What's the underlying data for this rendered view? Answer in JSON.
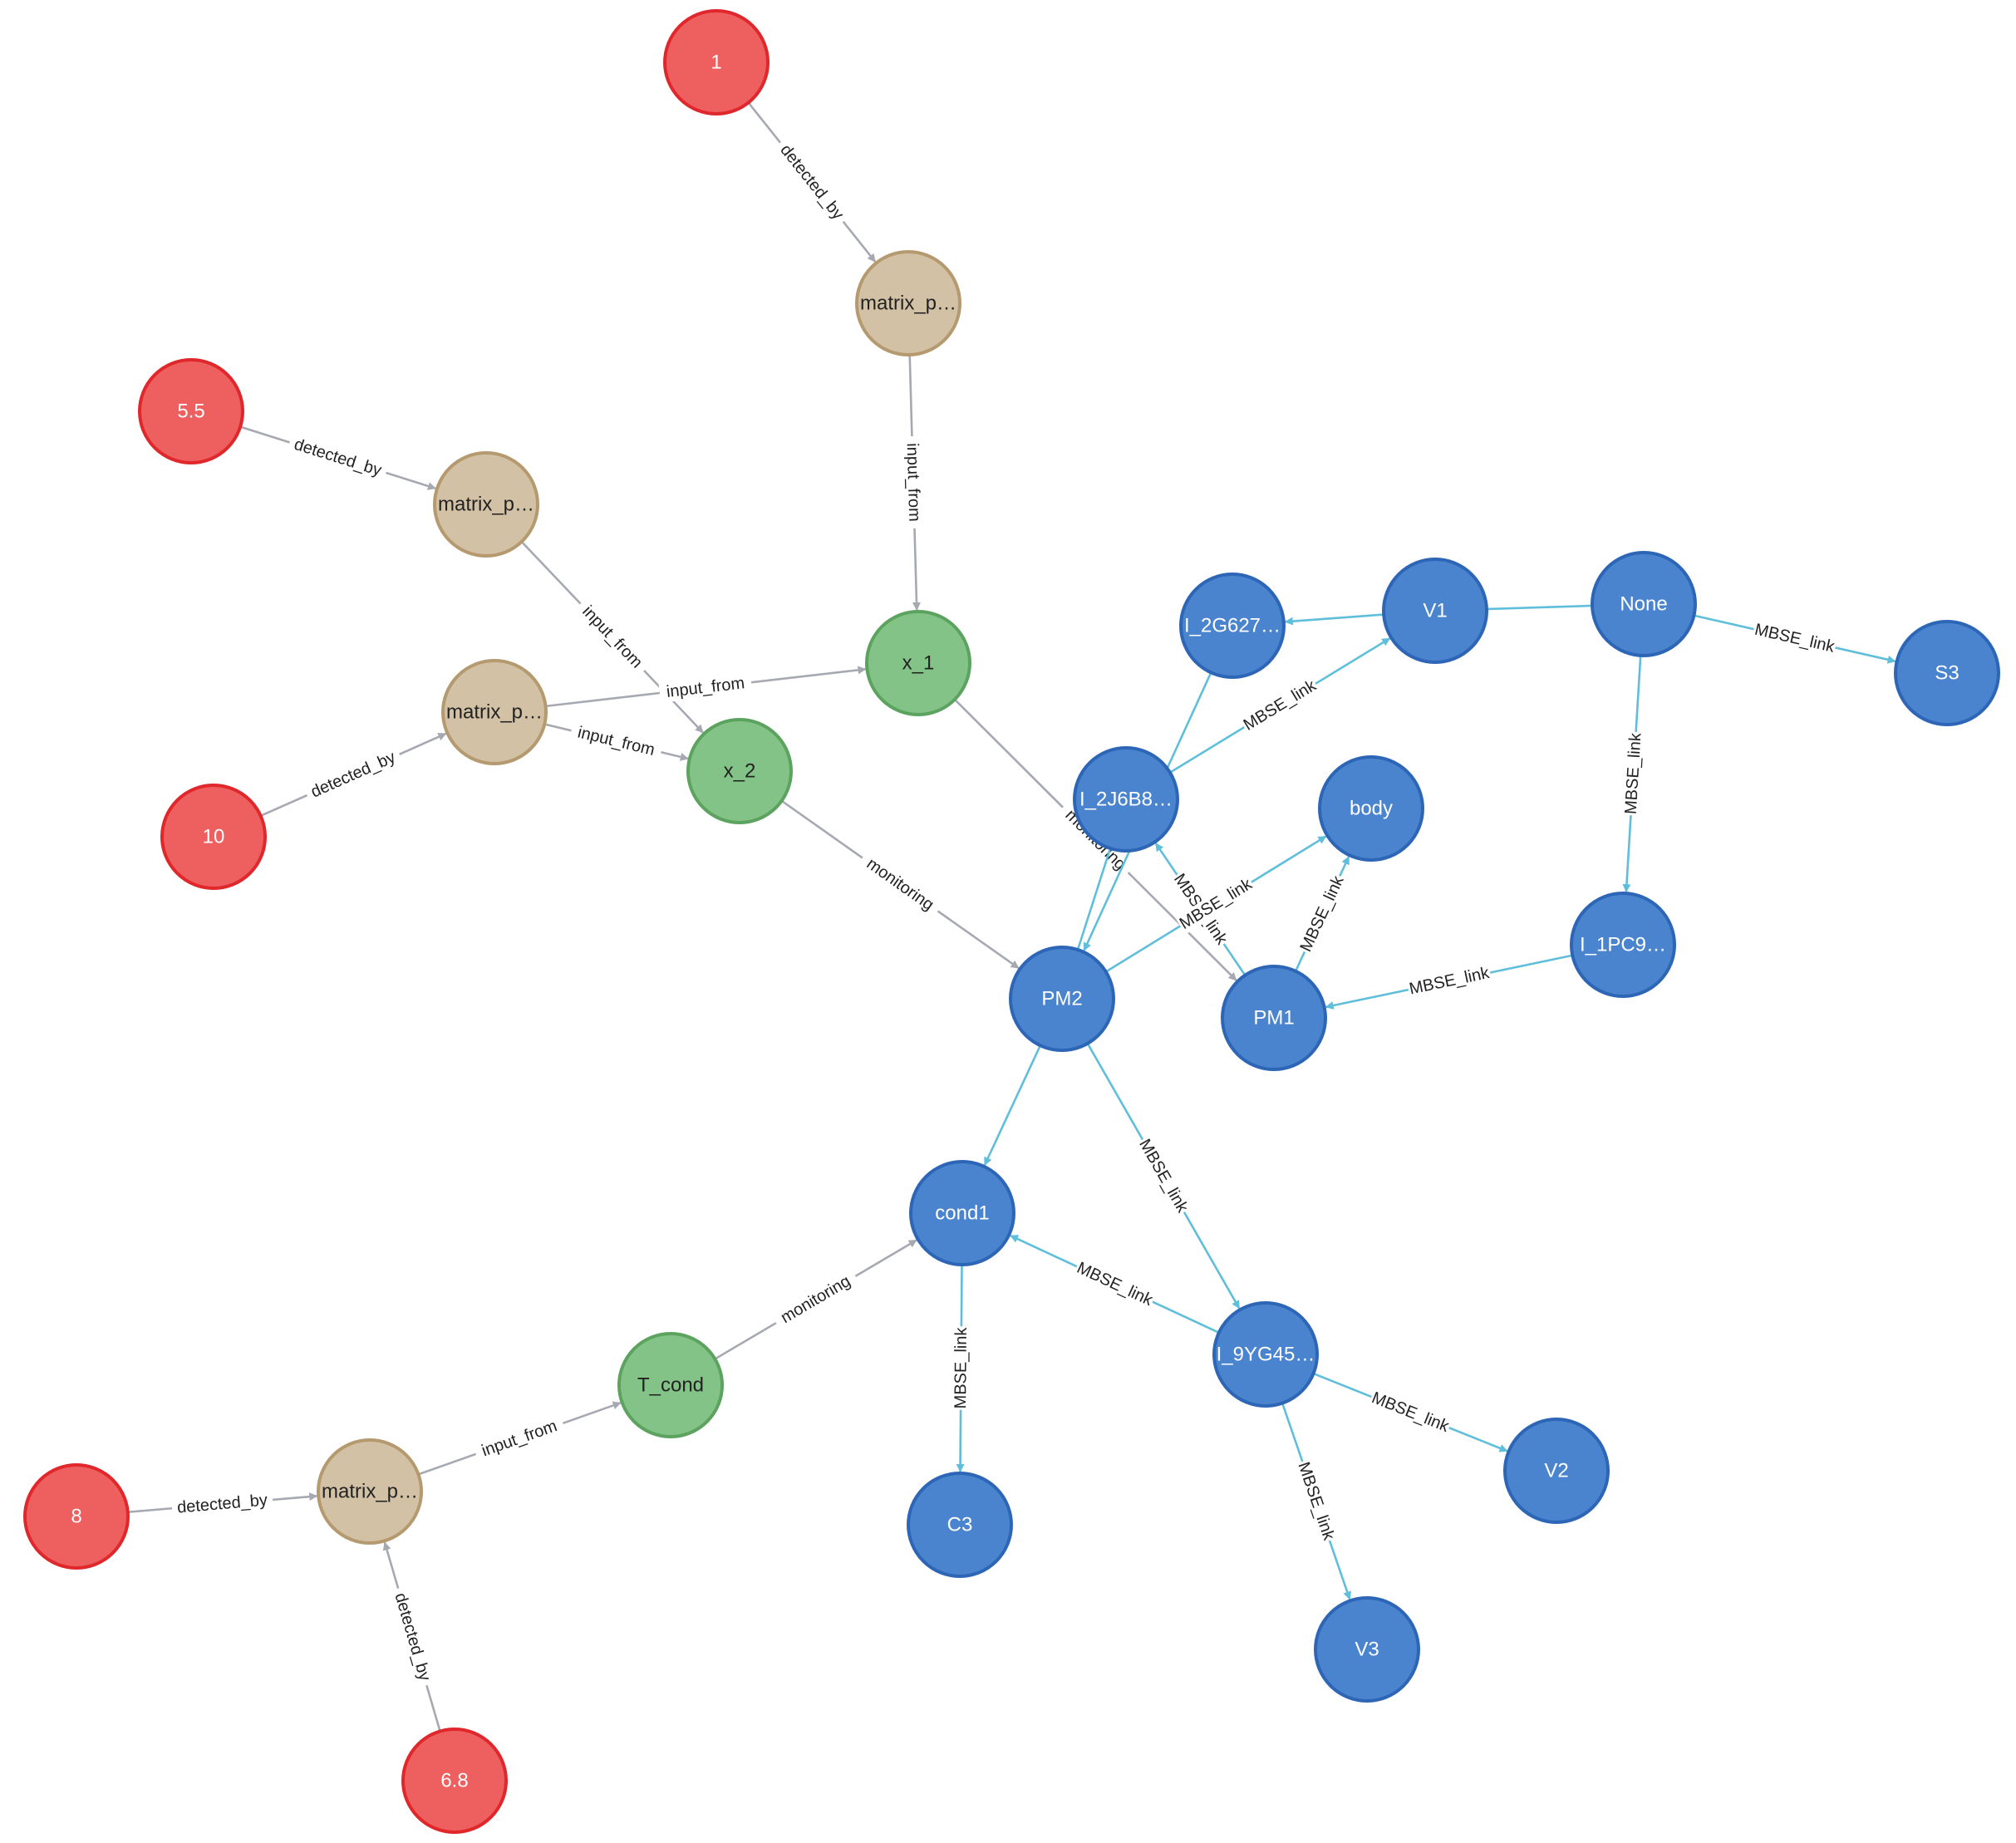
{
  "colors": {
    "red": {
      "fill": "#ee5f5f",
      "stroke": "#e0272b",
      "text": "#ffffff"
    },
    "tan": {
      "fill": "#d3c1a6",
      "stroke": "#b59a70",
      "text": "#222222"
    },
    "green": {
      "fill": "#84c387",
      "stroke": "#5ba35f",
      "text": "#222222"
    },
    "blue": {
      "fill": "#4a84cf",
      "stroke": "#2d66b6",
      "text": "#ffffff"
    },
    "edge_gray": "#a6a9b2",
    "edge_blue": "#5fbfdb"
  },
  "nodes": [
    {
      "id": "n1",
      "label": "1",
      "group": "red"
    },
    {
      "id": "n55",
      "label": "5.5",
      "group": "red"
    },
    {
      "id": "n10",
      "label": "10",
      "group": "red"
    },
    {
      "id": "n8",
      "label": "8",
      "group": "red"
    },
    {
      "id": "n68",
      "label": "6.8",
      "group": "red"
    },
    {
      "id": "mp1",
      "label": "matrix_p…",
      "group": "tan"
    },
    {
      "id": "mp2",
      "label": "matrix_p…",
      "group": "tan"
    },
    {
      "id": "mp3",
      "label": "matrix_p…",
      "group": "tan"
    },
    {
      "id": "mp4",
      "label": "matrix_p…",
      "group": "tan"
    },
    {
      "id": "x1",
      "label": "x_1",
      "group": "green"
    },
    {
      "id": "x2",
      "label": "x_2",
      "group": "green"
    },
    {
      "id": "tcond",
      "label": "T_cond",
      "group": "green"
    },
    {
      "id": "i2g",
      "label": "I_2G627…",
      "group": "blue"
    },
    {
      "id": "v1",
      "label": "V1",
      "group": "blue"
    },
    {
      "id": "none",
      "label": "None",
      "group": "blue"
    },
    {
      "id": "s3",
      "label": "S3",
      "group": "blue"
    },
    {
      "id": "i2j",
      "label": "I_2J6B8…",
      "group": "blue"
    },
    {
      "id": "body",
      "label": "body",
      "group": "blue"
    },
    {
      "id": "i1pc",
      "label": "I_1PC9…",
      "group": "blue"
    },
    {
      "id": "pm2",
      "label": "PM2",
      "group": "blue"
    },
    {
      "id": "pm1",
      "label": "PM1",
      "group": "blue"
    },
    {
      "id": "cond1",
      "label": "cond1",
      "group": "blue"
    },
    {
      "id": "i9yg",
      "label": "I_9YG45…",
      "group": "blue"
    },
    {
      "id": "c3",
      "label": "C3",
      "group": "blue"
    },
    {
      "id": "v2",
      "label": "V2",
      "group": "blue"
    },
    {
      "id": "v3",
      "label": "V3",
      "group": "blue"
    }
  ],
  "edges": [
    {
      "source": "n1",
      "target": "mp1",
      "label": "detected_by",
      "type": "gray"
    },
    {
      "source": "n55",
      "target": "mp2",
      "label": "detected_by",
      "type": "gray"
    },
    {
      "source": "n10",
      "target": "mp3",
      "label": "detected_by",
      "type": "gray"
    },
    {
      "source": "n8",
      "target": "mp4",
      "label": "detected_by",
      "type": "gray"
    },
    {
      "source": "n68",
      "target": "mp4",
      "label": "detected_by",
      "type": "gray"
    },
    {
      "source": "mp1",
      "target": "x1",
      "label": "input_from",
      "type": "gray"
    },
    {
      "source": "mp2",
      "target": "x2",
      "label": "input_from",
      "type": "gray"
    },
    {
      "source": "mp3",
      "target": "x1",
      "label": "input_from",
      "type": "gray"
    },
    {
      "source": "mp3",
      "target": "x2",
      "label": "input_from",
      "type": "gray"
    },
    {
      "source": "mp4",
      "target": "tcond",
      "label": "input_from",
      "type": "gray"
    },
    {
      "source": "x2",
      "target": "pm2",
      "label": "monitoring",
      "type": "gray"
    },
    {
      "source": "x1",
      "target": "pm1",
      "label": "monitoring",
      "type": "gray"
    },
    {
      "source": "tcond",
      "target": "cond1",
      "label": "monitoring",
      "type": "gray"
    },
    {
      "source": "v1",
      "target": "i2g",
      "label": "",
      "type": "blue"
    },
    {
      "source": "none",
      "target": "v1",
      "label": "",
      "type": "blue",
      "arrow": false
    },
    {
      "source": "none",
      "target": "s3",
      "label": "MBSE_link",
      "type": "blue"
    },
    {
      "source": "none",
      "target": "i1pc",
      "label": "MBSE_link",
      "type": "blue"
    },
    {
      "source": "i2j",
      "target": "v1",
      "label": "MBSE_link",
      "type": "blue"
    },
    {
      "source": "i2g",
      "target": "pm2",
      "label": "",
      "type": "blue"
    },
    {
      "source": "pm2",
      "target": "i2j",
      "label": "",
      "type": "blue",
      "arrow": false
    },
    {
      "source": "pm1",
      "target": "i2j",
      "label": "MBSE_link",
      "type": "blue"
    },
    {
      "source": "pm2",
      "target": "body",
      "label": "MBSE_link",
      "type": "blue"
    },
    {
      "source": "pm1",
      "target": "body",
      "label": "MBSE_link",
      "type": "blue"
    },
    {
      "source": "i1pc",
      "target": "pm1",
      "label": "MBSE_link",
      "type": "blue"
    },
    {
      "source": "pm2",
      "target": "cond1",
      "label": "",
      "type": "blue"
    },
    {
      "source": "pm2",
      "target": "i9yg",
      "label": "MBSE_link",
      "type": "blue"
    },
    {
      "source": "i9yg",
      "target": "cond1",
      "label": "MBSE_link",
      "type": "blue"
    },
    {
      "source": "cond1",
      "target": "c3",
      "label": "MBSE_link",
      "type": "blue"
    },
    {
      "source": "i9yg",
      "target": "v2",
      "label": "MBSE_link",
      "type": "blue"
    },
    {
      "source": "i9yg",
      "target": "v3",
      "label": "MBSE_link",
      "type": "blue"
    }
  ]
}
